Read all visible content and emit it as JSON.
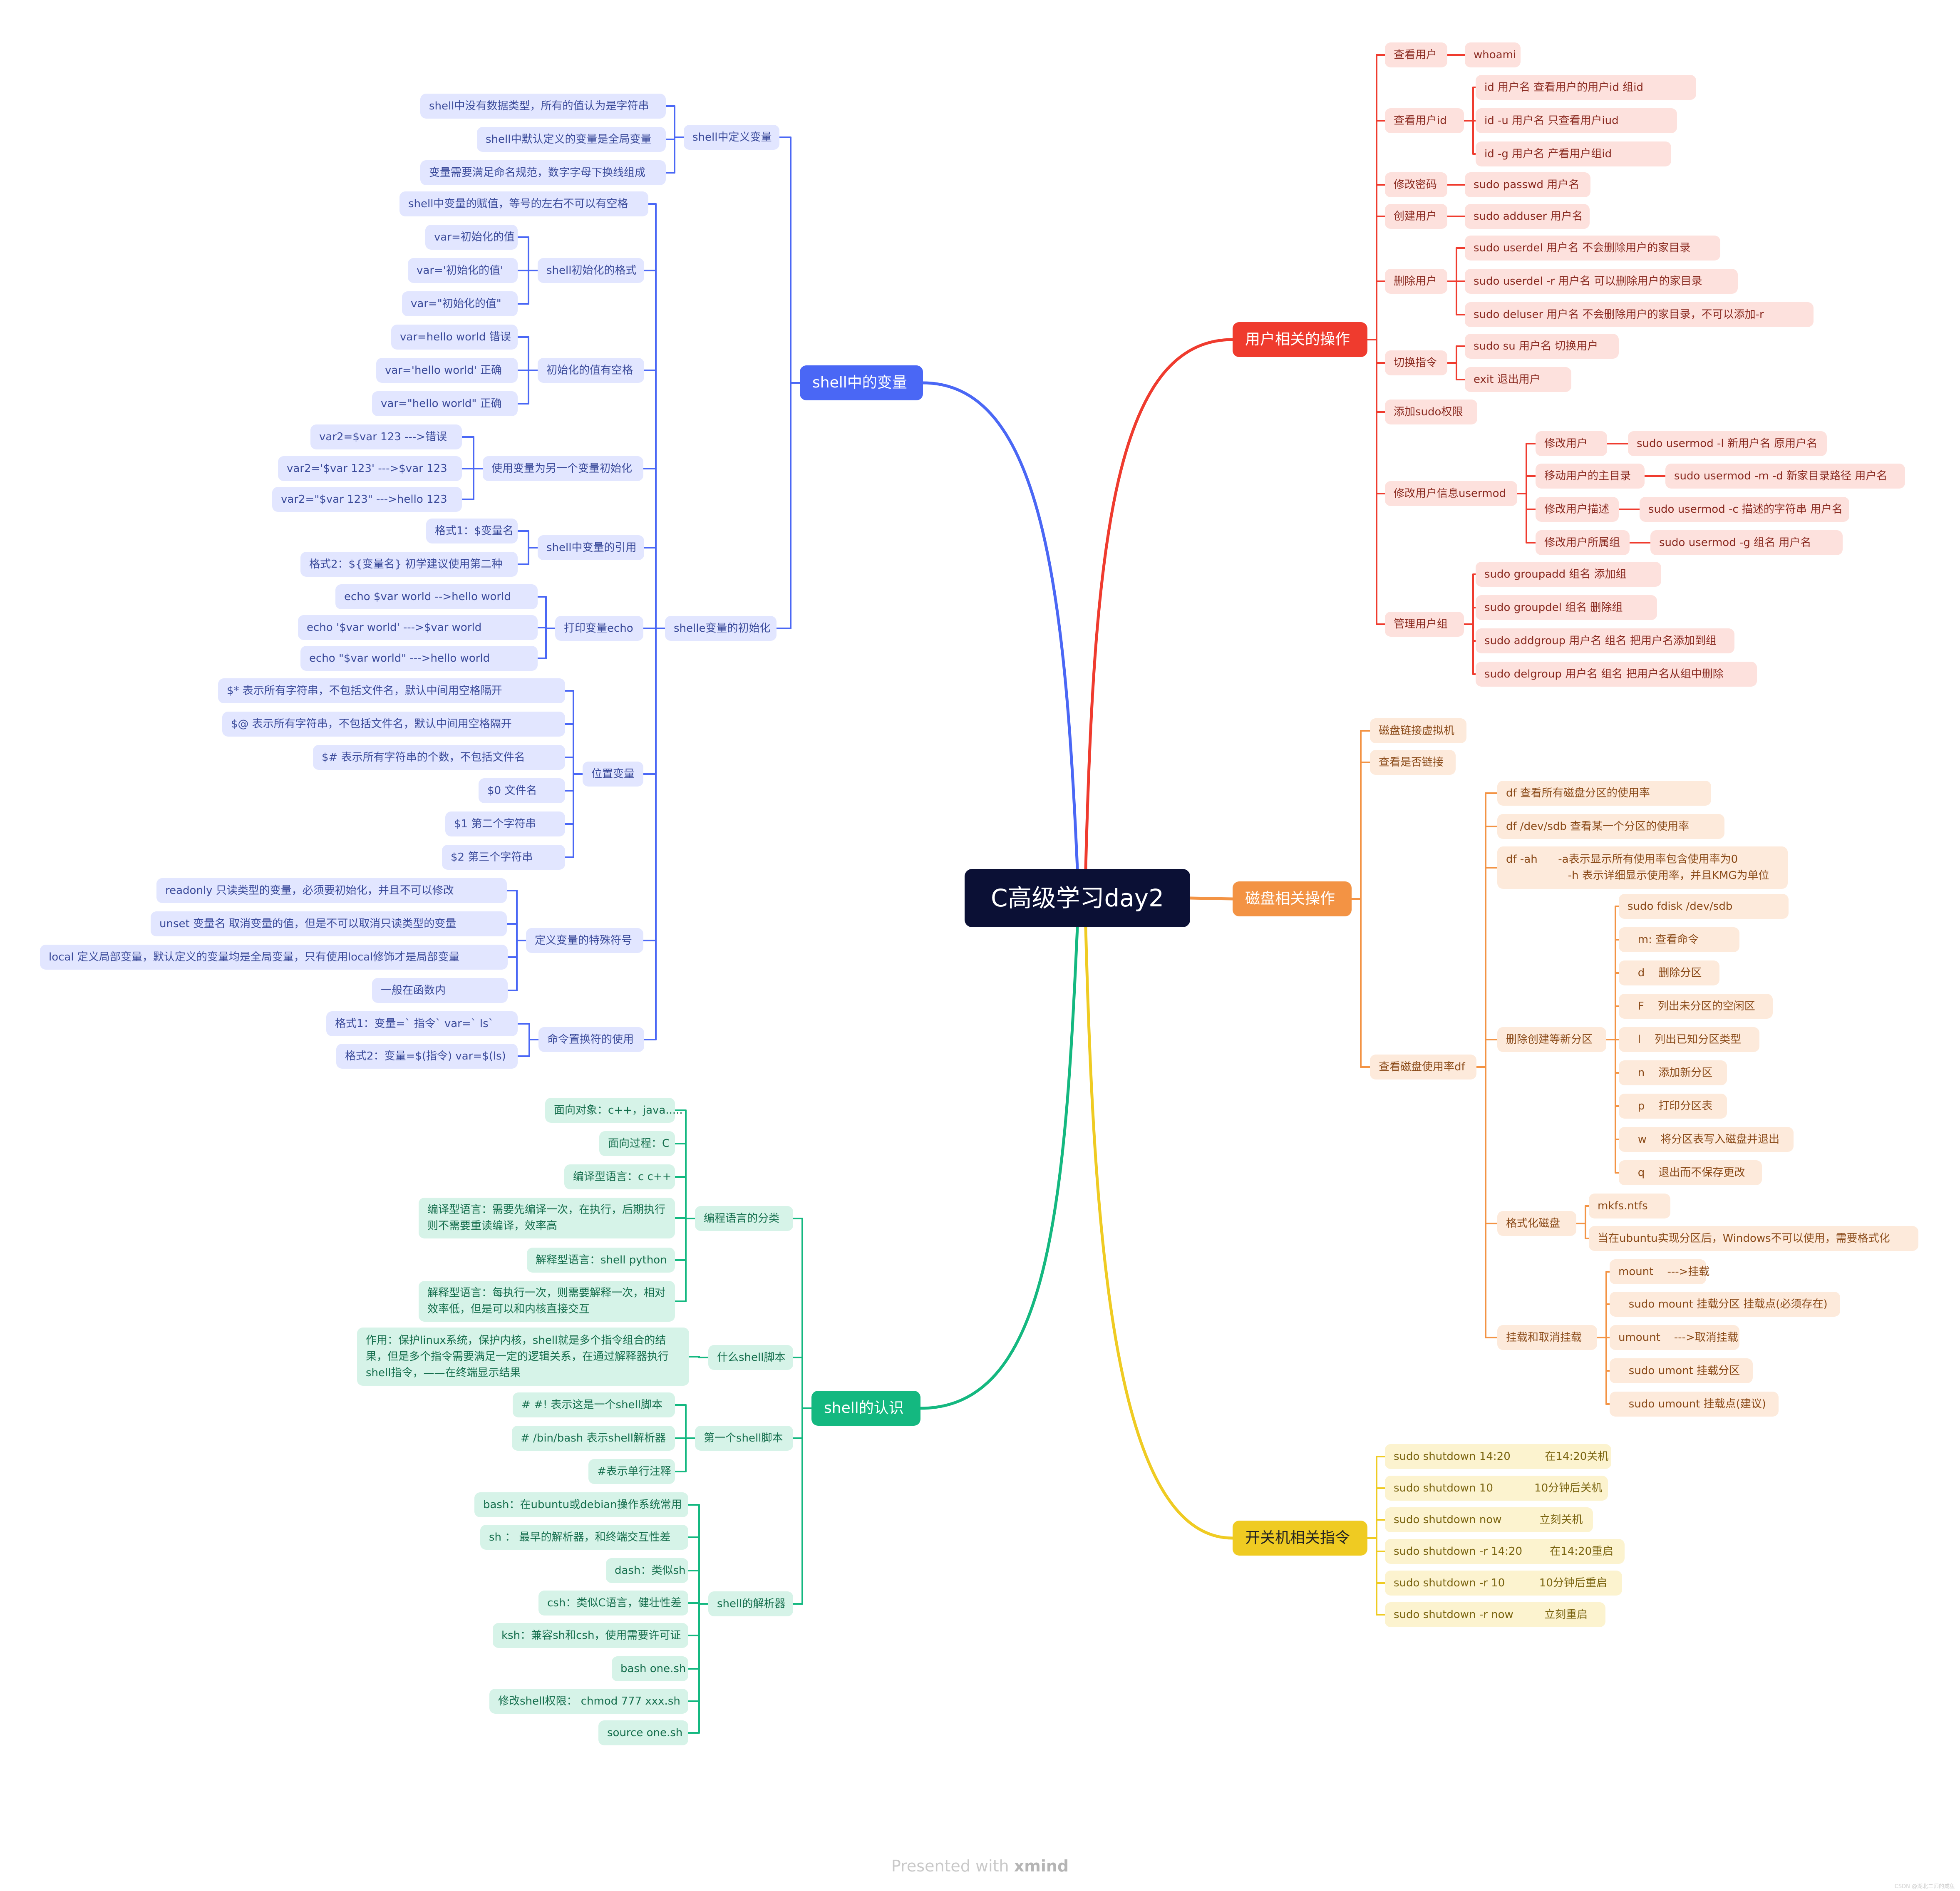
{
  "root": "C高级学习day2",
  "colors": {
    "blue": "#4a67f5",
    "red": "#ef3b2e",
    "orange": "#f39344",
    "yellow": "#efcb22",
    "green": "#14b880"
  },
  "branches": {
    "vars": {
      "title": "shell中的变量",
      "define": {
        "title": "shell中定义变量",
        "items": [
          "shell中没有数据类型，所有的值认为是字符串",
          "shell中默认定义的变量是全局变量",
          "变量需要满足命名规范，数字字母下换线组成"
        ]
      },
      "init": {
        "title": "shelle变量的初始化",
        "space": "shell中变量的赋值，等号的左右不可以有空格",
        "format": {
          "title": "shell初始化的格式",
          "items": [
            "var=初始化的值",
            "var='初始化的值'",
            "var=\"初始化的值\""
          ]
        },
        "valspace": {
          "title": "初始化的值有空格",
          "items": [
            "var=hello world    错误",
            "var='hello world'  正确",
            "var=\"hello world\"  正确"
          ]
        },
        "other": {
          "title": "使用变量为另一个变量初始化",
          "items": [
            "var2=$var 123     --->错误",
            "var2='$var 123'  --->$var 123",
            "var2=\"$var 123\"  --->hello 123"
          ]
        },
        "ref": {
          "title": "shell中变量的引用",
          "items": [
            "格式1：$变量名",
            "格式2：${变量名}  初学建议使用第二种"
          ]
        },
        "echo": {
          "title": "打印变量echo",
          "items": [
            "echo $var world        -->hello world",
            "echo '$var world'      --->$var world",
            "echo \"$var world\"      --->hello world"
          ]
        },
        "pos": {
          "title": "位置变量",
          "items": [
            "$*        表示所有字符串，不包括文件名，默认中间用空格隔开",
            "$@        表示所有字符串，不包括文件名，默认中间用空格隔开",
            "$#        表示所有字符串的个数，不包括文件名",
            "$0        文件名",
            "$1        第二个字符串",
            "$2        第三个字符串"
          ]
        },
        "special": {
          "title": "定义变量的特殊符号",
          "items": [
            "readonly        只读类型的变量，必须要初始化，并且不可以修改",
            "unset 变量名      取消变量的值，但是不可以取消只读类型的变量",
            "local   定义局部变量，默认定义的变量均是全局变量，只有使用local修饰才是局部变量",
            "一般在函数内"
          ]
        },
        "cmd": {
          "title": "命令置换符的使用",
          "items": [
            "格式1：变量=` 指令`      var=` ls`",
            "格式2：变量=$(指令)     var=$(ls)"
          ]
        }
      }
    },
    "user": {
      "title": "用户相关的操作",
      "whoami": {
        "title": "查看用户",
        "item": "whoami"
      },
      "id": {
        "title": "查看用户id",
        "items": [
          "id  用户名          查看用户的用户id 组id",
          "id -u 用户名      只查看用户iud",
          "id -g 用户名      产看用户组id"
        ]
      },
      "passwd": {
        "title": "修改密码",
        "item": " sudo passwd 用户名"
      },
      "adduser": {
        "title": "创建用户",
        "item": "sudo adduser 用户名"
      },
      "deluser": {
        "title": "删除用户",
        "items": [
          "sudo userdel  用户名     不会删除用户的家目录",
          "sudo userdel  -r 用户名   可以删除用户的家目录",
          "sudo deluser  用户名     不会删除用户的家目录，不可以添加-r"
        ]
      },
      "su": {
        "title": "切换指令",
        "items": [
          "sudo su 用户名     切换用户",
          "exit   退出用户"
        ]
      },
      "sudo": "添加sudo权限",
      "usermod": {
        "title": "修改用户信息usermod",
        "items": [
          {
            "label": "修改用户",
            "cmd": "sudo usermod -l 新用户名 原用户名"
          },
          {
            "label": "移动用户的主目录",
            "cmd": "sudo usermod -m -d 新家目录路径 用户名"
          },
          {
            "label": "修改用户描述",
            "cmd": "sudo usermod -c 描述的字符串 用户名"
          },
          {
            "label": "修改用户所属组",
            "cmd": "sudo usermod -g 组名 用户名"
          }
        ]
      },
      "group": {
        "title": "管理用户组",
        "items": [
          "sudo groupadd 组名        添加组",
          "sudo groupdel 组名        删除组",
          "sudo addgroup 用户名 组名    把用户名添加到组",
          "sudo delgroup 用户名 组名    把用户名从组中删除"
        ]
      }
    },
    "disk": {
      "title": "磁盘相关操作",
      "vm": "磁盘链接虚拟机",
      "check": "查看是否链接",
      "df": {
        "title": "查看磁盘使用率df",
        "df1": "df     查看所有磁盘分区的使用率",
        "df2": "df /dev/sdb     查看某一个分区的使用率",
        "df3": "df -ah      -a表示显示所有使用率包含使用率为0\n                  -h 表示详细显示使用率，并且KMG为单位",
        "part": {
          "title": "删除创建等新分区",
          "items": [
            "sudo fdisk /dev/sdb",
            "   m: 查看命令",
            "   d    删除分区",
            "   F    列出未分区的空闲区",
            "   l    列出已知分区类型",
            "   n    添加新分区",
            "   p    打印分区表",
            "   w    将分区表写入磁盘并退出",
            "   q    退出而不保存更改"
          ]
        },
        "fmt": {
          "title": "格式化磁盘",
          "items": [
            "mkfs.ntfs",
            "当在ubuntu实现分区后，Windows不可以使用，需要格式化"
          ]
        },
        "mount": {
          "title": "挂载和取消挂载",
          "items": [
            "mount    --->挂载",
            "   sudo mount 挂载分区 挂载点(必须存在)",
            "umount    --->取消挂载",
            "   sudo umont 挂载分区",
            "   sudo umount 挂载点(建议)"
          ]
        }
      }
    },
    "power": {
      "title": "开关机相关指令",
      "items": [
        "sudo shutdown 14:20          在14:20关机",
        "sudo shutdown 10            10分钟后关机",
        "sudo shutdown now           立刻关机",
        "sudo shutdown -r 14:20        在14:20重启",
        "sudo shutdown -r 10          10分钟后重启",
        "sudo shutdown -r now         立刻重启"
      ]
    },
    "shell": {
      "title": "shell的认识",
      "lang": {
        "title": "编程语言的分类",
        "items": [
          "面向对象：c++，java.....",
          "面向过程：C",
          "编译型语言：c c++",
          "编译型语言：需要先编译一次，在执行，后期执行则不需要重读编译，效率高",
          "解释型语言：shell python",
          "解释型语言：每执行一次，则需要解释一次，相对效率低，但是可以和内核直接交互"
        ]
      },
      "what": {
        "title": "什么shell脚本",
        "item": "作用：保护linux系统，保护内核，shell就是多个指令组合的结果，但是多个指令需要满足一定的逻辑关系，在通过解释器执行shell指令，——在终端显示结果"
      },
      "first": {
        "title": "第一个shell脚本",
        "items": [
          "#  #!  表示这是一个shell脚本",
          "# /bin/bash  表示shell解析器",
          "#表示单行注释"
        ]
      },
      "parser": {
        "title": "shell的解析器",
        "items": [
          "bash：在ubuntu或debian操作系统常用",
          "sh ：  最早的解析器，和终端交互性差",
          "dash：类似sh",
          "csh：类似C语言，健壮性差",
          "ksh：兼容sh和csh，使用需要许可证",
          "bash one.sh",
          "修改shell权限：  chmod 777 xxx.sh",
          "source one.sh"
        ]
      }
    }
  },
  "footer": {
    "presented": "Presented with",
    "brand": "xmind"
  },
  "watermark": "CSDN @湖北二师的咸鱼"
}
